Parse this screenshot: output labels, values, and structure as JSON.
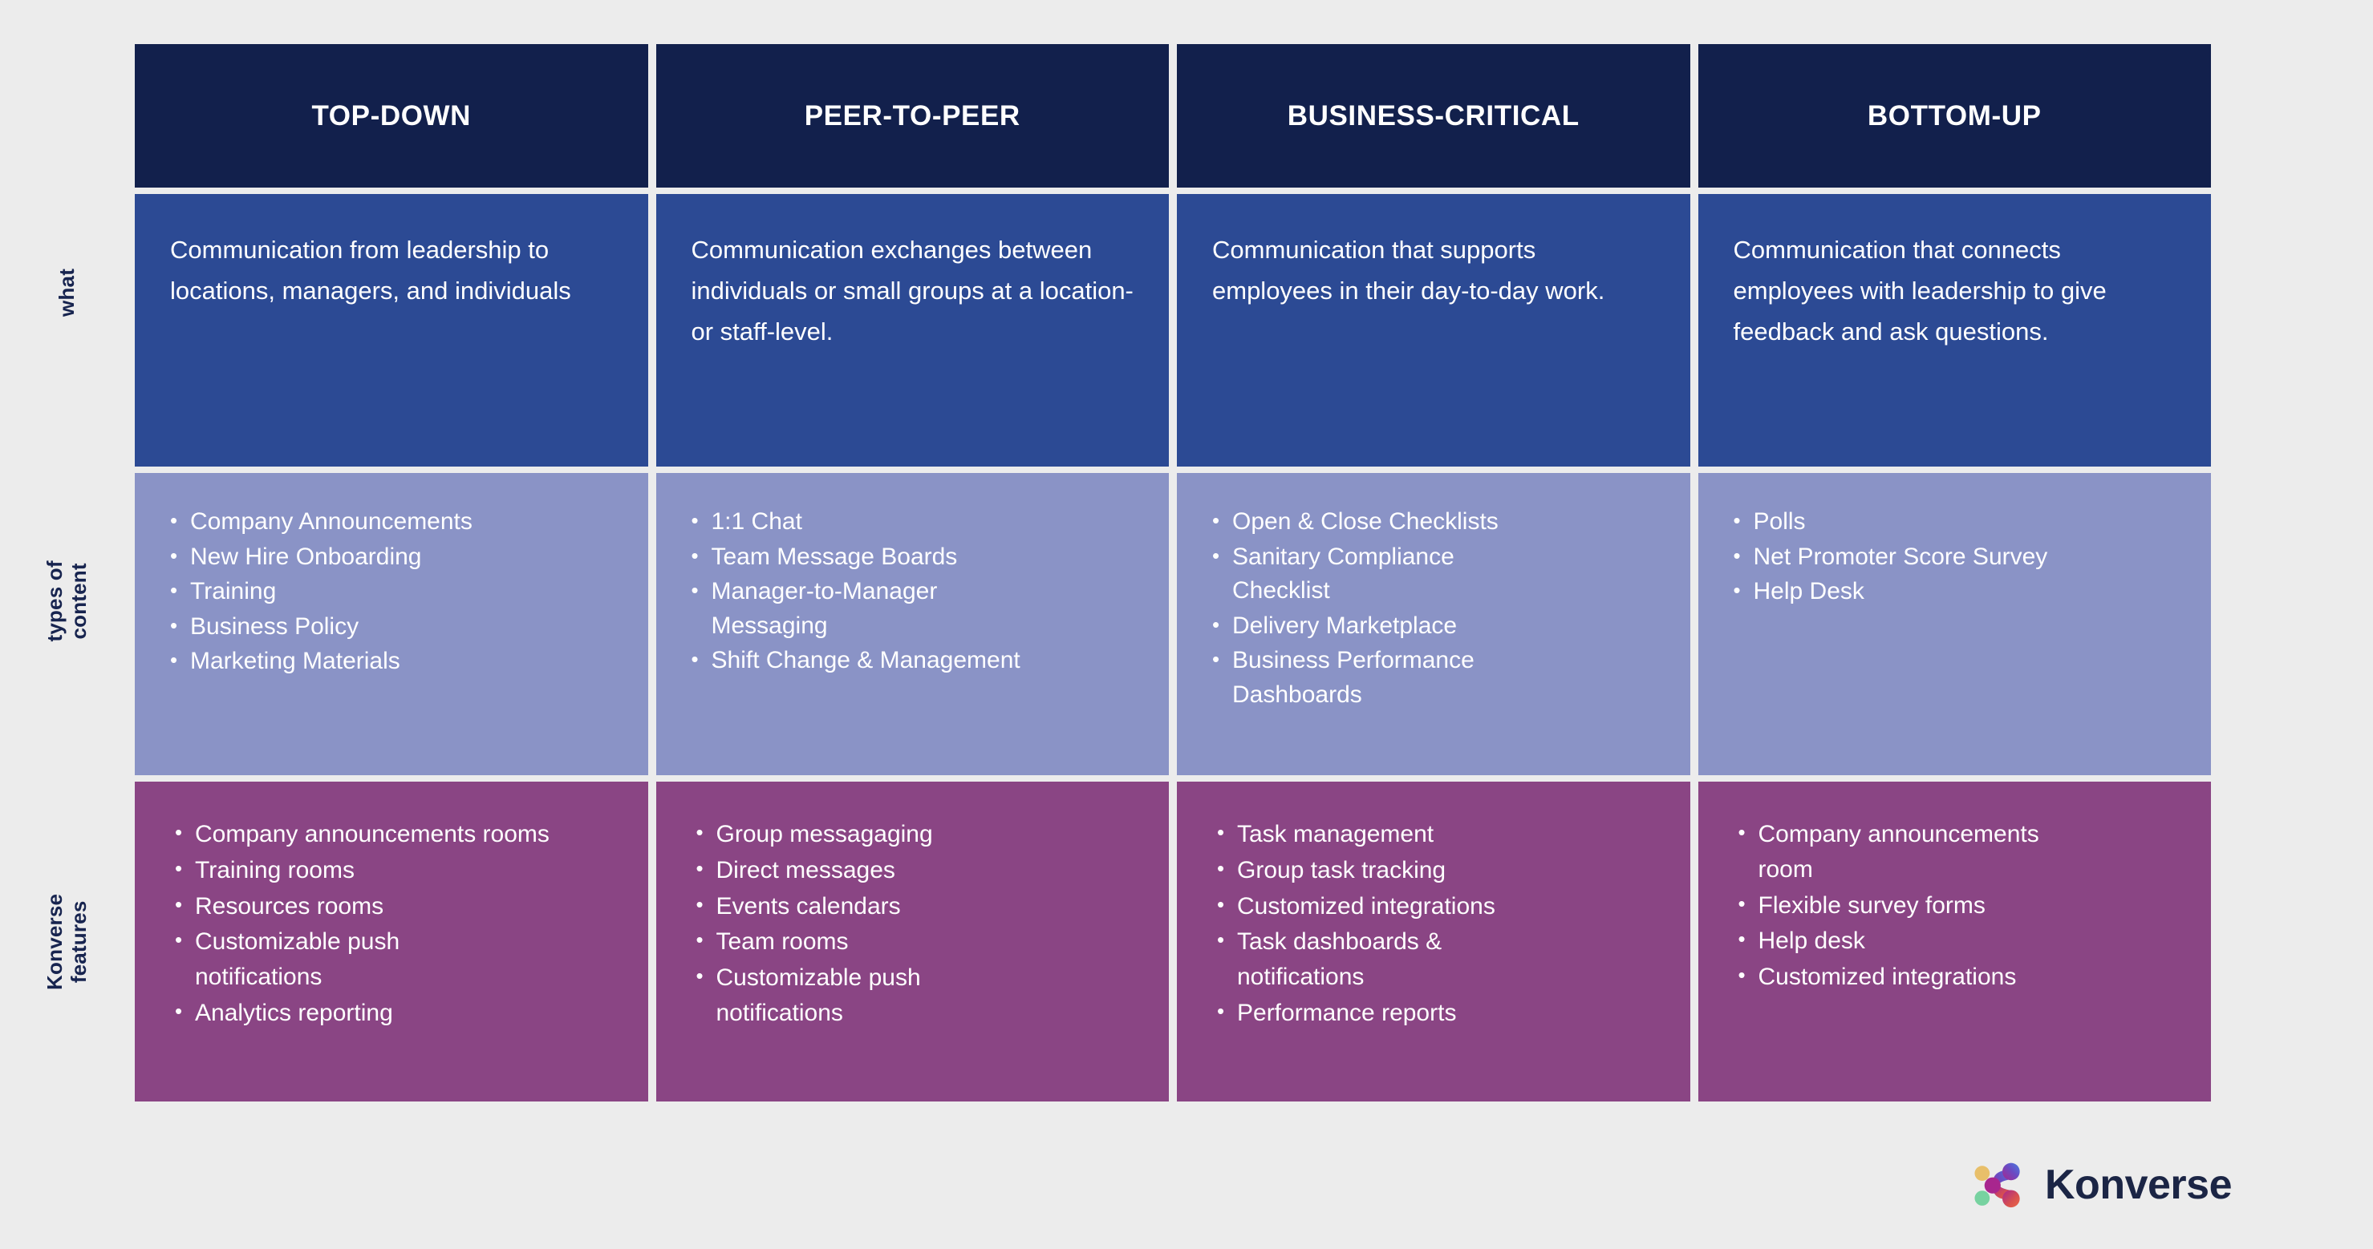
{
  "theme": {
    "page_background": "#ececec",
    "header_color": "#12204c",
    "what_row_color": "#2c4a94",
    "types_row_color": "#8a93c6",
    "features_row_color": "#8a4584",
    "grid_line_color": "#d3d3da",
    "logo_text_color": "#1b2545"
  },
  "row_labels": [
    {
      "text": "what"
    },
    {
      "text": "types of\ncontent"
    },
    {
      "text": "Konverse\nfeatures"
    }
  ],
  "columns": [
    {
      "header": "TOP-DOWN",
      "what": "Communication from leadership to locations, managers, and individuals",
      "types_of_content": [
        "Company Announcements",
        "New Hire Onboarding",
        "Training",
        "Business Policy",
        "Marketing Materials"
      ],
      "konverse_features": [
        "Company announcements rooms",
        "Training rooms",
        "Resources rooms",
        "Customizable push\n notifications",
        "Analytics reporting"
      ]
    },
    {
      "header": "PEER-TO-PEER",
      "what": "Communication exchanges between individuals or small groups at a location- or staff-level.",
      "types_of_content": [
        "1:1 Chat",
        "Team Message Boards",
        "Manager-to-Manager\n Messaging",
        "Shift Change & Management"
      ],
      "konverse_features": [
        "Group messagaging",
        "Direct messages",
        "Events calendars",
        "Team rooms",
        "Customizable push\n notifications"
      ]
    },
    {
      "header": "BUSINESS-CRITICAL",
      "what": "Communication that supports employees in their day-to-day work.",
      "types_of_content": [
        "Open  & Close Checklists",
        "Sanitary Compliance\nChecklist",
        "Delivery Marketplace",
        "Business Performance\n Dashboards"
      ],
      "konverse_features": [
        "Task management",
        "Group task tracking",
        "Customized integrations",
        "Task dashboards &\n notifications",
        "Performance reports"
      ]
    },
    {
      "header": "BOTTOM-UP",
      "what": "Communication that connects employees with leadership to give feedback and ask questions.",
      "types_of_content": [
        "Polls",
        "Net Promoter Score Survey",
        "Help Desk"
      ],
      "konverse_features": [
        "Company announcements\n room",
        "Flexible survey forms",
        "Help desk",
        "Customized integrations"
      ]
    }
  ],
  "footer": {
    "brand_name": "Konverse",
    "logo_colors": {
      "dot_yellow": "#e8bf6a",
      "dot_green": "#77d2a0",
      "node_magenta": "#a8268e",
      "node_blue": "#4a7fe0",
      "node_red": "#e05a4f"
    }
  }
}
